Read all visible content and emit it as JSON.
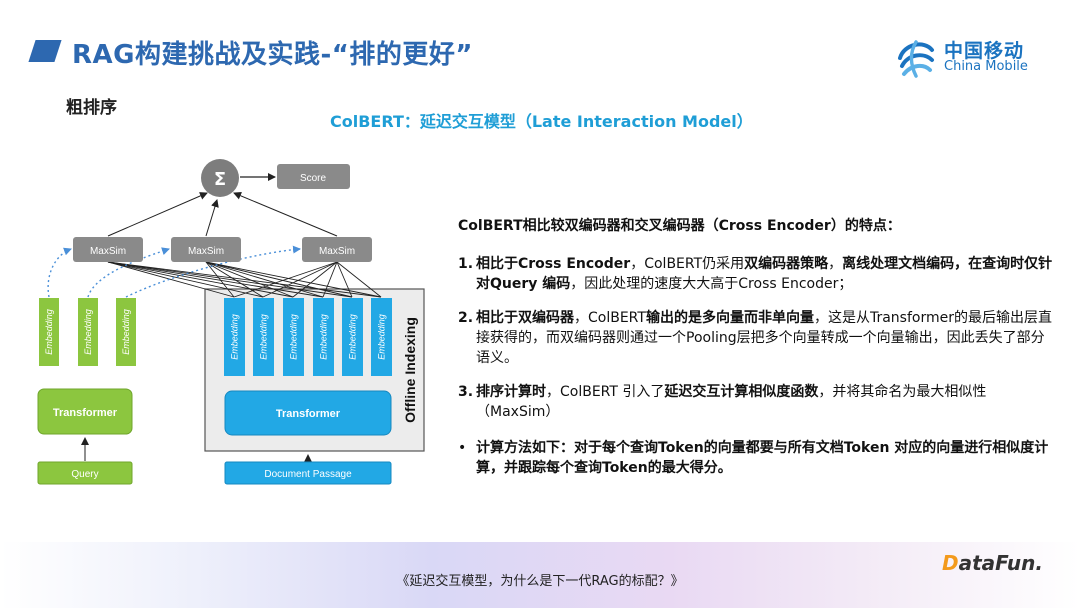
{
  "header": {
    "title": "RAG构建挑战及实践-“排的更好”",
    "logo_cn": "中国移动",
    "logo_en": "China Mobile"
  },
  "section_label": "粗排序",
  "diagram": {
    "title": "ColBERT：延迟交互模型（Late Interaction Model）",
    "sum_symbol": "Σ",
    "score_label": "Score",
    "maxsim_labels": [
      "MaxSim",
      "MaxSim",
      "MaxSim"
    ],
    "embedding_label": "Embedding",
    "query_embedding_count": 3,
    "doc_embedding_count": 6,
    "transformer_label": "Transformer",
    "query_label": "Query",
    "doc_label": "Document Passage",
    "offline_label": "Offline Indexing",
    "colors": {
      "query_green": "#8cc63f",
      "doc_blue": "#22a8e5",
      "node_gray": "#8a8a8a",
      "title_blue": "#1f9ed6",
      "brand_blue": "#2d68b0"
    }
  },
  "text": {
    "heading": "ColBERT相比较双编码器和交叉编码器（Cross Encoder）的特点：",
    "items": [
      {
        "num": "1.",
        "segments": [
          {
            "t": "相比于Cross Encoder",
            "b": true
          },
          {
            "t": "，ColBERT仍采用",
            "b": false
          },
          {
            "t": "双编码器策略",
            "b": true
          },
          {
            "t": "，",
            "b": false
          },
          {
            "t": "离线处理文档编码，在查询时仅针对Query 编码",
            "b": true
          },
          {
            "t": "，因此处理的速度大大高于Cross Encoder；",
            "b": false
          }
        ]
      },
      {
        "num": "2.",
        "segments": [
          {
            "t": "相比于双编码器",
            "b": true
          },
          {
            "t": "，ColBERT",
            "b": false
          },
          {
            "t": "输出的是多向量而非单向量",
            "b": true
          },
          {
            "t": "，这是从Transformer的最后输出层直接获得的，而双编码器则通过一个Pooling层把多个向量转成一个向量输出，因此丢失了部分语义。",
            "b": false
          }
        ]
      },
      {
        "num": "3.",
        "segments": [
          {
            "t": "排序计算时",
            "b": true
          },
          {
            "t": "，ColBERT 引入了",
            "b": false
          },
          {
            "t": "延迟交互计算相似度函数",
            "b": true
          },
          {
            "t": "，并将其命名为最大相似性（MaxSim）",
            "b": false
          }
        ]
      },
      {
        "num": "•",
        "segments": [
          {
            "t": "计算方法如下：对于每个查询Token的向量都要与所有文档Token 对应的向量进行相似度计算，并跟踪每个查询Token的最大得分。",
            "b": true
          }
        ]
      }
    ]
  },
  "footer": {
    "caption": "《延迟交互模型，为什么是下一代RAG的标配？》",
    "brand_dot": "D",
    "brand_rest": "ataFun."
  }
}
